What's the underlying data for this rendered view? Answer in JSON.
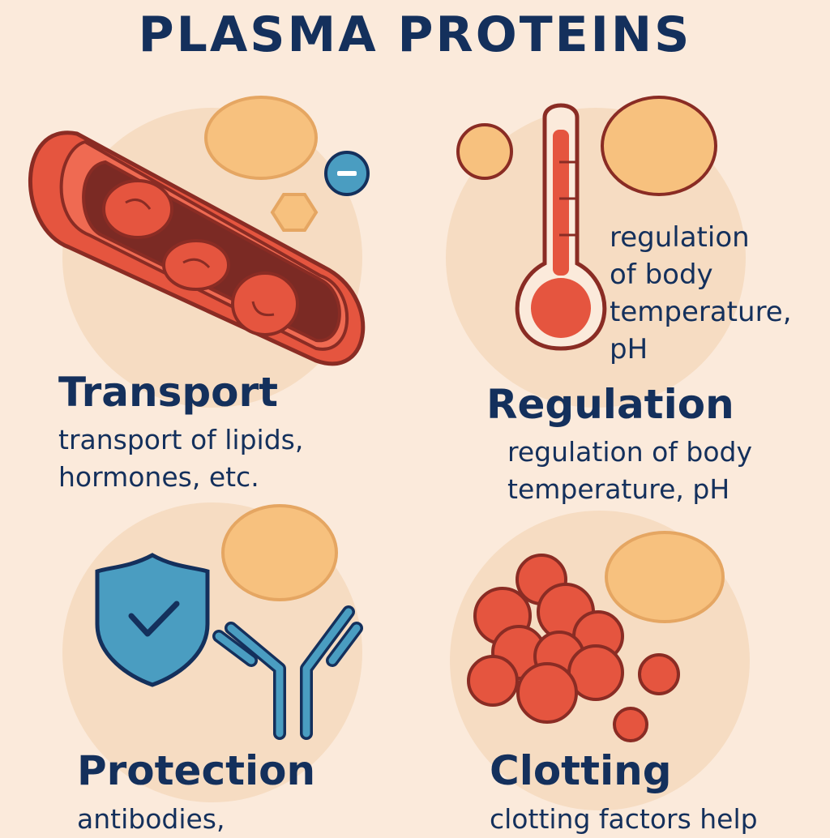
{
  "title": "PLASMA PROTEINS",
  "colors": {
    "background": "#fbeadb",
    "circle": "#f6dcc2",
    "navy": "#14305c",
    "red": "#e5553f",
    "dark_red": "#8a2c24",
    "orange": "#f7c17e",
    "blue": "#4a9dc1"
  },
  "sections": {
    "transport": {
      "heading": "Transport",
      "desc_line1": "transport of lipids,",
      "desc_line2": "hormones, etc.",
      "icons": [
        "blood-vessel-icon",
        "red-blood-cell-icon",
        "negative-ion-icon",
        "hexagon-molecule-icon",
        "protein-blob-icon"
      ]
    },
    "regulation": {
      "heading": "Regulation",
      "side_line1": "regulation",
      "side_line2": "of body",
      "side_line3": "temperature,",
      "side_line4": "pH",
      "desc_line1": "regulation of body",
      "desc_line2": "temperature, pH",
      "icons": [
        "thermometer-icon",
        "molecule-dot-icon",
        "protein-blob-icon"
      ]
    },
    "protection": {
      "heading": "Protection",
      "desc_line1": "antibodies,",
      "icons": [
        "shield-check-icon",
        "antibody-icon",
        "protein-blob-icon"
      ]
    },
    "clotting": {
      "heading": "Clotting",
      "desc_line1": "clotting factors help",
      "icons": [
        "clot-cluster-icon",
        "platelet-icon",
        "protein-blob-icon"
      ]
    }
  }
}
